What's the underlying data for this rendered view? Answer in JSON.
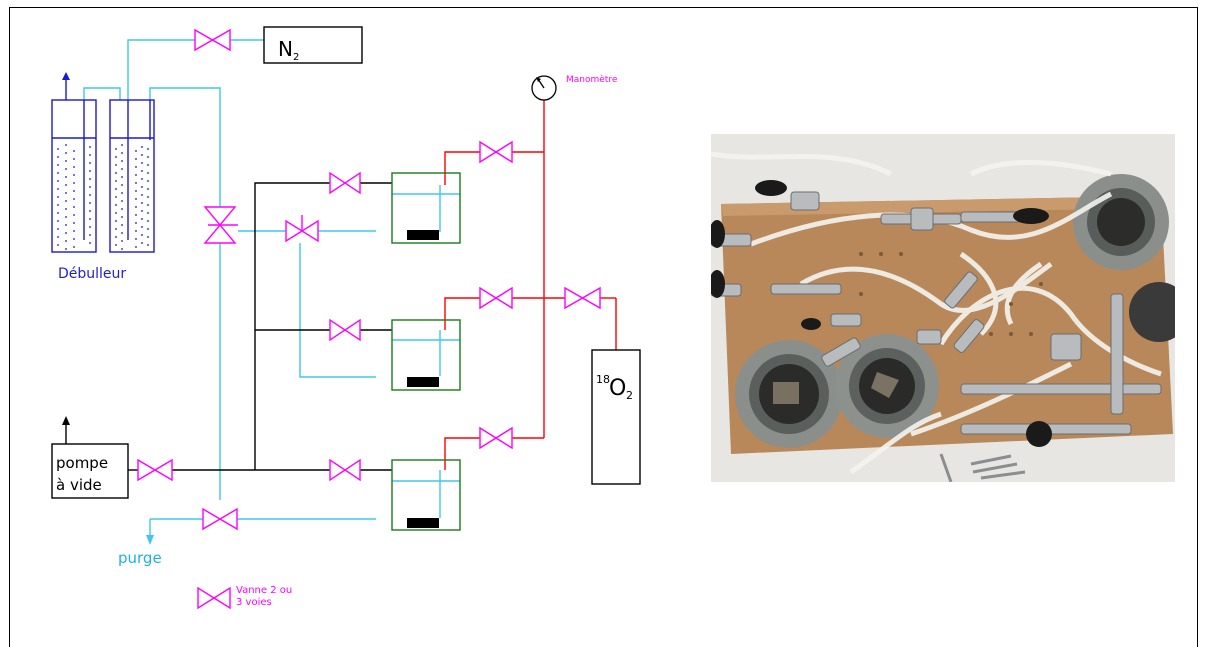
{
  "labels": {
    "n2": "N",
    "n2_sub": "2",
    "manometre": "Manomètre",
    "debulleur": "Débulleur",
    "pompe_line1": "pompe",
    "pompe_line2": "à vide",
    "purge": "purge",
    "o2_sup": "18",
    "o2_main": "O",
    "o2_sub": "2",
    "vanne_line1": "Vanne 2 ou",
    "vanne_line2": "3 voies"
  },
  "colors": {
    "gas_line": "#ff0000",
    "vacuum_line": "#000000",
    "carrier_line": "#40c8e8",
    "valve": "#ff00ff",
    "cell": "#1a7a1a",
    "bubbler": "#1a1ad0"
  },
  "photo": {
    "icon": "lab-bench-photo"
  }
}
